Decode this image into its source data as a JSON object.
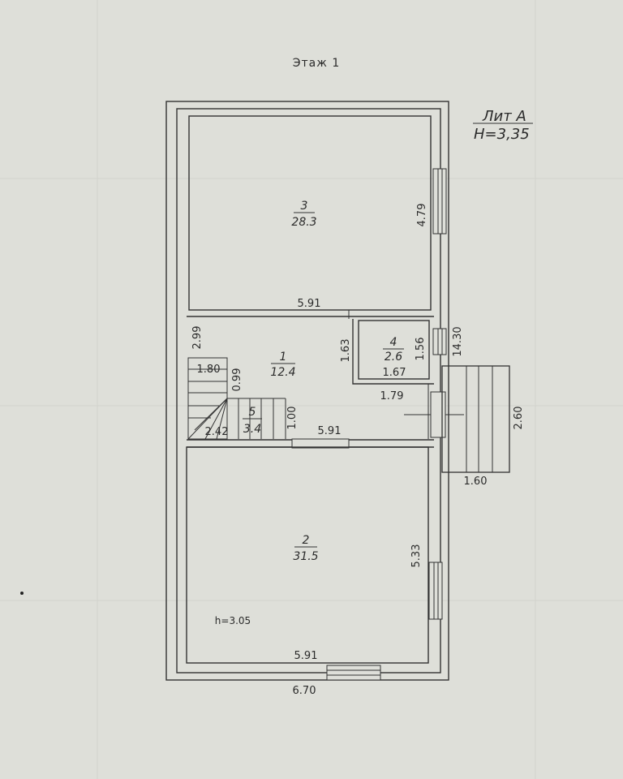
{
  "title": "Этаж 1",
  "lit": {
    "line1": "Лит А",
    "line2": "H=3,35"
  },
  "rooms": [
    {
      "number": "3",
      "area": "28.3"
    },
    {
      "number": "1",
      "area": "12.4"
    },
    {
      "number": "4",
      "area": "2.6"
    },
    {
      "number": "5",
      "area": "3.4"
    },
    {
      "number": "2",
      "area": "31.5"
    }
  ],
  "dimensions": {
    "room3_height": "4.79",
    "room3_width": "5.91",
    "room1_height": "2.99",
    "stair_width": "1.80",
    "stair_step": "0.99",
    "partition": "1.63",
    "room4_height": "1.56",
    "room4_width": "1.67",
    "total_length": "14.30",
    "corridor": "1.79",
    "room5_height": "1.00",
    "room5_width": "2.42",
    "room1_width": "5.91",
    "porch_height": "2.60",
    "porch_width": "1.60",
    "room2_height": "5.33",
    "room2_width": "5.91",
    "total_width": "6.70"
  },
  "ceiling_note": "h=3.05"
}
